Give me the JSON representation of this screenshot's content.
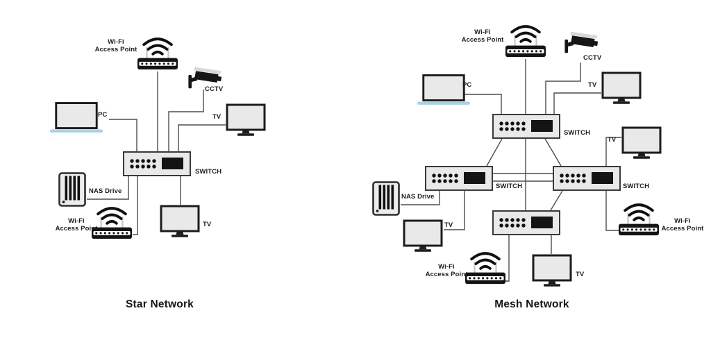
{
  "star": {
    "title": "Star Network",
    "ap_top": "Wi-Fi\nAccess Point",
    "cctv": "CCTV",
    "pc": "PC",
    "tv_top": "TV",
    "switch": "SWITCH",
    "nas": "NAS Drive",
    "ap_bottom": "Wi-Fi\nAccess Point",
    "tv_bottom": "TV"
  },
  "mesh": {
    "title": "Mesh Network",
    "ap_top": "Wi-Fi\nAccess Point",
    "cctv": "CCTV",
    "pc": "PC",
    "tv_top": "TV",
    "switch_top": "SWITCH",
    "switch_left": "SWITCH",
    "switch_right": "SWITCH",
    "nas": "NAS Drive",
    "tv_right": "TV",
    "tv_left": "TV",
    "ap_bottom": "Wi-Fi\nAccess Point",
    "tv_bottom": "TV",
    "ap_right": "Wi-Fi\nAccess Point"
  },
  "colors": {
    "line": "#4d4d4d",
    "device_fill": "#e9e9e9",
    "device_stroke": "#1c1c1c",
    "laptop_base": "#a9d1e2",
    "text": "#1d1d1d"
  }
}
